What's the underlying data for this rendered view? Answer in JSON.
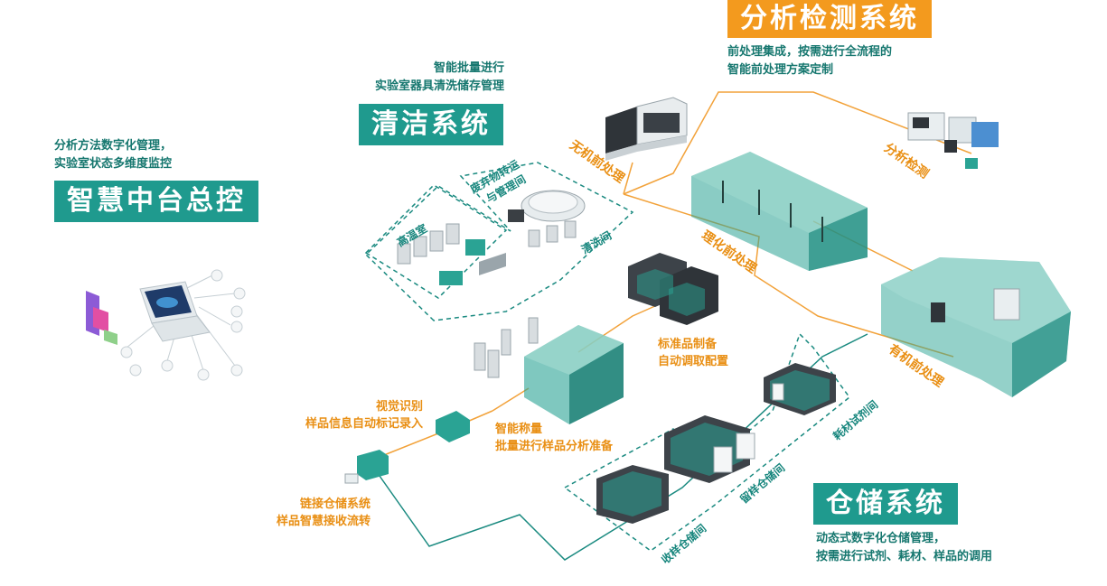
{
  "control": {
    "desc_line1": "分析方法数字化管理，",
    "desc_line2": "实验室状态多维度监控",
    "title": "智慧中台总控"
  },
  "clean": {
    "desc_line1": "智能批量进行",
    "desc_line2": "实验室器具清洗储存管理",
    "title": "清洁系统",
    "room_high_temp": "高温室",
    "room_waste": "废弃物转运",
    "room_waste2": "与管理间",
    "room_wash": "清洗间"
  },
  "analysis": {
    "title": "分析检测系统",
    "desc_line1": "前处理集成，按需进行全流程的",
    "desc_line2": "智能前处理方案定制",
    "inorganic": "无机前处理",
    "physchem": "理化前处理",
    "detect": "分析检测",
    "organic": "有机前处理"
  },
  "standard": {
    "line1": "标准品制备",
    "line2": "自动调取配置"
  },
  "weigh": {
    "line1": "智能称量",
    "line2": "批量进行样品分析准备"
  },
  "vision": {
    "line1": "视觉识别",
    "line2": "样品信息自动标记录入"
  },
  "link": {
    "line1": "链接仓储系统",
    "line2": "样品智慧接收流转"
  },
  "storage": {
    "title": "仓储系统",
    "desc_line1": "动态式数字化仓储管理，",
    "desc_line2": "按需进行试剂、耗材、样品的调用",
    "reagent": "耗材试剂间",
    "retain": "留样仓储间",
    "receive": "收样仓储间"
  },
  "colors": {
    "teal": "#1f9a8e",
    "orange": "#f39a1e",
    "line_orange": "#f2a23a",
    "line_teal": "#1a8a80"
  }
}
